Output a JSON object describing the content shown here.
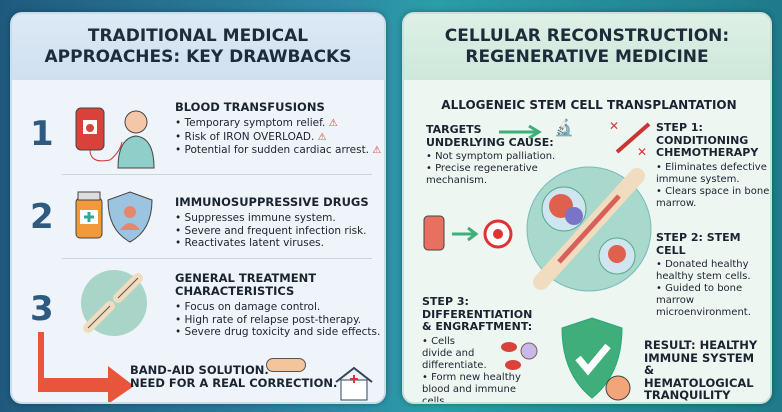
{
  "left": {
    "title": "TRADITIONAL MEDICAL APPROACHES: KEY DRAWBACKS",
    "sections": [
      {
        "number": "1",
        "title": "BLOOD TRANSFUSIONS",
        "bullets": [
          "Temporary symptom relief.",
          "Risk of IRON OVERLOAD.",
          "Potential for sudden cardiac arrest."
        ],
        "icon": "blood-bag-patient-icon"
      },
      {
        "number": "2",
        "title": "IMMUNOSUPPRESSIVE DRUGS",
        "bullets": [
          "Suppresses immune system.",
          "Severe and frequent infection risk.",
          "Reactivates latent viruses."
        ],
        "icon": "medicine-shield-icon"
      },
      {
        "number": "3",
        "title": "GENERAL TREATMENT CHARACTERISTICS",
        "bullets": [
          "Focus on damage control.",
          "High rate of relapse post-therapy.",
          "Severe drug toxicity and side effects."
        ],
        "icon": "broken-bone-icon"
      }
    ],
    "conclusion_line1": "BAND-AID SOLUTION.",
    "conclusion_line2": "NEED FOR A REAL CORRECTION.",
    "warning_icon": "⚠"
  },
  "right": {
    "title": "CELLULAR RECONSTRUCTION: REGENERATIVE MEDICINE",
    "subtitle": "ALLOGENEIC STEM CELL TRANSPLANTATION",
    "targets": {
      "title": "TARGETS UNDERLYING CAUSE:",
      "bullets": [
        "Not symptom palliation.",
        "Precise regenerative mechanism."
      ]
    },
    "step1": {
      "title": "STEP 1: CONDITIONING CHEMOTHERAPY",
      "bullets": [
        "Eliminates defective immune system.",
        "Clears space in bone marrow."
      ]
    },
    "step2": {
      "title": "STEP 2: STEM CELL",
      "bullets": [
        "Donated healthy healthy stem cells.",
        "Guided to bone marrow microenvironment."
      ]
    },
    "step3": {
      "title": "STEP 3: DIFFERENTIATION & ENGRAFTMENT:",
      "bullets": [
        "Cells divide and differentiate.",
        "Form new healthy blood and immune cells."
      ]
    },
    "result": {
      "title": "RESULT: HEALTHY IMMUNE SYSTEM & HEMATOLOGICAL TRANQUILITY"
    }
  },
  "colors": {
    "left_accent": "#2e5a80",
    "warning": "#d93a2b",
    "arrow": "#e8553a",
    "green": "#3fae7a"
  }
}
